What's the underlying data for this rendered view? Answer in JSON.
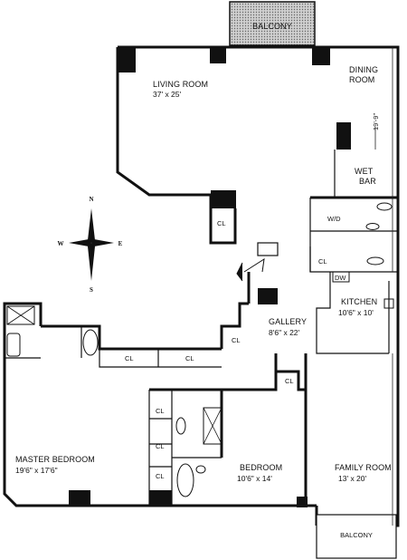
{
  "rooms": {
    "living_room": {
      "name": "LIVING ROOM",
      "size": "37' x 25'"
    },
    "dining_room": {
      "name_line1": "DINING",
      "name_line2": "ROOM",
      "dimension": "19'-9\""
    },
    "wet_bar": {
      "name_line1": "WET",
      "name_line2": "BAR"
    },
    "kitchen": {
      "name": "KITCHEN",
      "size": "10'6\" x 10'"
    },
    "gallery": {
      "name": "GALLERY",
      "size": "8'6\" x 22'"
    },
    "master_bedroom": {
      "name": "MASTER BEDROOM",
      "size": "19'6\" x 17'6\""
    },
    "bedroom": {
      "name": "BEDROOM",
      "size": "10'6\" x 14'"
    },
    "family_room": {
      "name": "FAMILY ROOM",
      "size": "13' x 20'"
    }
  },
  "balconies": {
    "top": "BALCONY",
    "bottom": "BALCONY"
  },
  "fixtures": {
    "closet": "CL",
    "washer_dryer": "W/D",
    "dishwasher": "DW"
  },
  "compass": {
    "n": "N",
    "s": "S",
    "e": "E",
    "w": "W"
  },
  "colors": {
    "ink": "#111111",
    "paper": "#ffffff",
    "balcony_hatch": "#888888"
  }
}
